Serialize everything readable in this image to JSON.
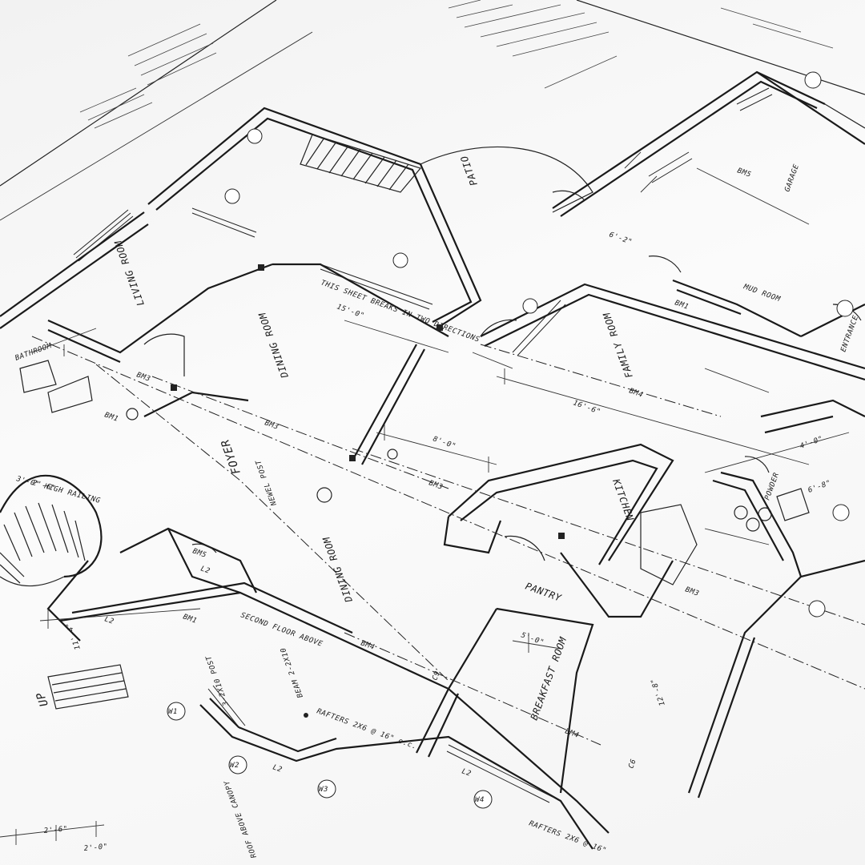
{
  "rooms": {
    "patio": "PATIO",
    "living_room": "LIVING ROOM",
    "dining_room": "DINING ROOM",
    "foyer": "FOYER",
    "family_room": "FAMILY ROOM",
    "kitchen": "KITCHEN",
    "pantry": "PANTRY",
    "breakfast_room": "BREAKFAST ROOM",
    "mud_room": "MUD ROOM",
    "powder": "POWDER",
    "bathroom": "BATHROOM",
    "garage": "GARAGE",
    "entrance": "ENTRANCE"
  },
  "notes": {
    "stair_up": "UP",
    "railing": "3'-0\" HIGH RAILING",
    "second_floor_above": "SECOND FLOOR ABOVE",
    "newel_post": "NEWEL POST",
    "rafters_1": "RAFTERS 2X6 @ 16\" o.c.",
    "rafters_2": "RAFTERS 2X6 @ 16\"",
    "post": "3-2X10 POST",
    "beam": "BEAM 2-2X10",
    "roof_overhang": "ROOF ABOVE CANOPY",
    "two_directions": "THIS SHEET BREAKS IN TWO DIRECTIONS"
  },
  "tags": {
    "bm1": "BM1",
    "bm3": "BM3",
    "bm4": "BM4",
    "bm5": "BM5",
    "l2": "L2",
    "c6": "C6",
    "c9": "C9",
    "w1": "W1",
    "w2": "W2",
    "w3": "W3",
    "w4": "W4"
  },
  "dimensions": {
    "d1": "15'-0\"",
    "d2": "16'-6\"",
    "d3": "8'-0\"",
    "d4": "5'-0\"",
    "d5": "6'-2\"",
    "d6": "2'-6\"",
    "d7": "2'-0\"",
    "d8": "11'-4\"",
    "d9": "12'-8\"",
    "d10": "4'-0\"",
    "d11": "6'-8\"",
    "d12": "2'-6\""
  }
}
